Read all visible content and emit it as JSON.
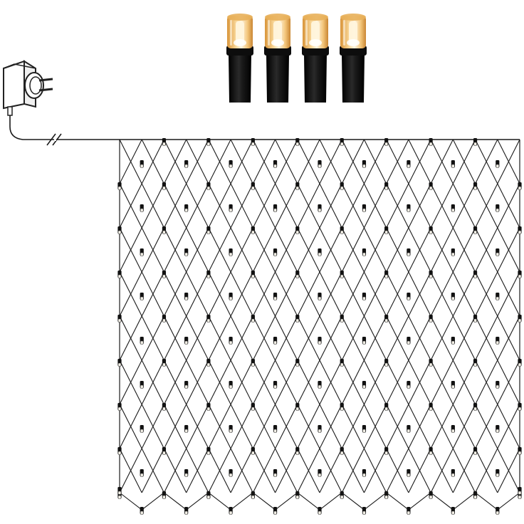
{
  "product": {
    "type": "led-net-light",
    "colors": {
      "wire": "#1a1a1a",
      "bulb_body": "#0d0d0d",
      "bulb_glow": "#f6c878",
      "bulb_glow_core": "#fff4dc",
      "bulb_cap": "#e8b05a",
      "net_bulb_tip": "#f2efe6",
      "adapter_fill": "#ffffff",
      "adapter_stroke": "#222222",
      "background": "#ffffff"
    },
    "icons": [
      "plug-adapter-icon",
      "warm-white-bulb-icon",
      "cable-break-icon"
    ],
    "bulb_closeup_count": 4,
    "net": {
      "diamond_columns": 9,
      "diamond_rows": 8
    }
  }
}
